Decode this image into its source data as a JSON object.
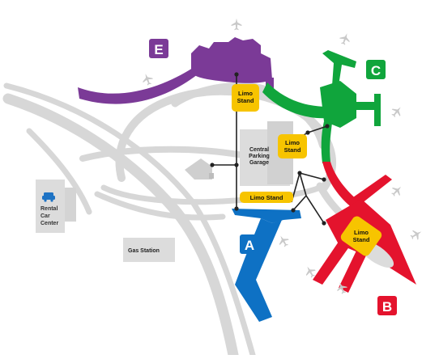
{
  "colors": {
    "terminal_e": "#7b3a97",
    "terminal_c": "#10a53c",
    "terminal_a": "#0e71c4",
    "terminal_b": "#e4132d",
    "limo_stand": "#f7c400",
    "road": "#d7d7d7",
    "building": "#dcdcdc",
    "connector": "#222222",
    "plane": "#c9c9c9"
  },
  "terminals": {
    "e": {
      "label": "E"
    },
    "c": {
      "label": "C"
    },
    "a": {
      "label": "A"
    },
    "b": {
      "label": "B"
    }
  },
  "limo_stands": {
    "terminal_e": {
      "line1": "Limo",
      "line2": "Stand"
    },
    "central": {
      "line1": "Limo",
      "line2": "Stand"
    },
    "terminal_a": {
      "label": "Limo Stand"
    },
    "terminal_b": {
      "line1": "Limo",
      "line2": "Stand"
    }
  },
  "places": {
    "central_parking": {
      "line1": "Central",
      "line2": "Parking",
      "line3": "Garage"
    },
    "rental_car": {
      "line1": "Rental",
      "line2": "Car",
      "line3": "Center"
    },
    "gas_station": {
      "label": "Gas Station"
    }
  },
  "icons": {
    "rental_car": "car-icon",
    "airplane": "airplane-icon",
    "building_small": "building-icon"
  }
}
